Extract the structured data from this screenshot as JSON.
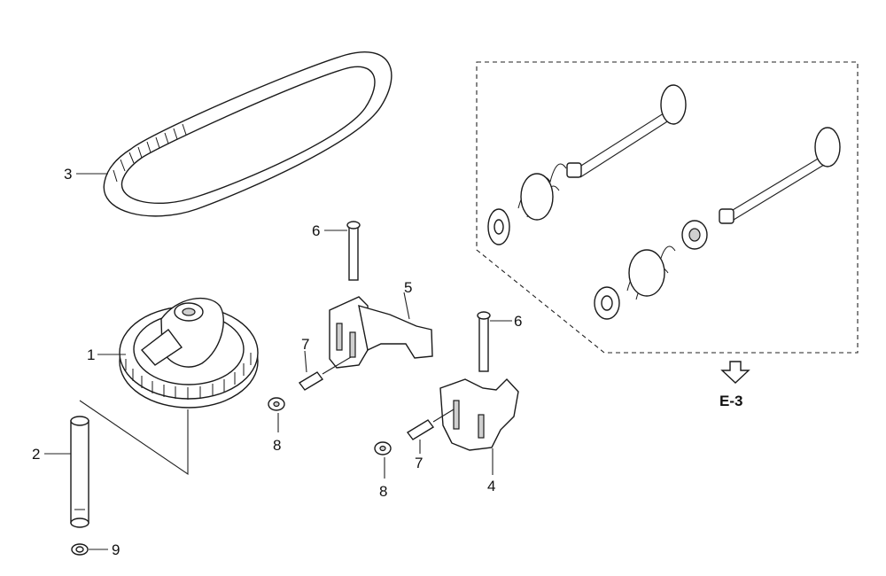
{
  "callouts": {
    "c1": "1",
    "c2": "2",
    "c3": "3",
    "c4": "4",
    "c5": "5",
    "c6a": "6",
    "c6b": "6",
    "c7a": "7",
    "c7b": "7",
    "c8a": "8",
    "c8b": "8",
    "c9": "9"
  },
  "reference": {
    "label": "E-3",
    "icon": "arrow-down-outline-icon"
  }
}
